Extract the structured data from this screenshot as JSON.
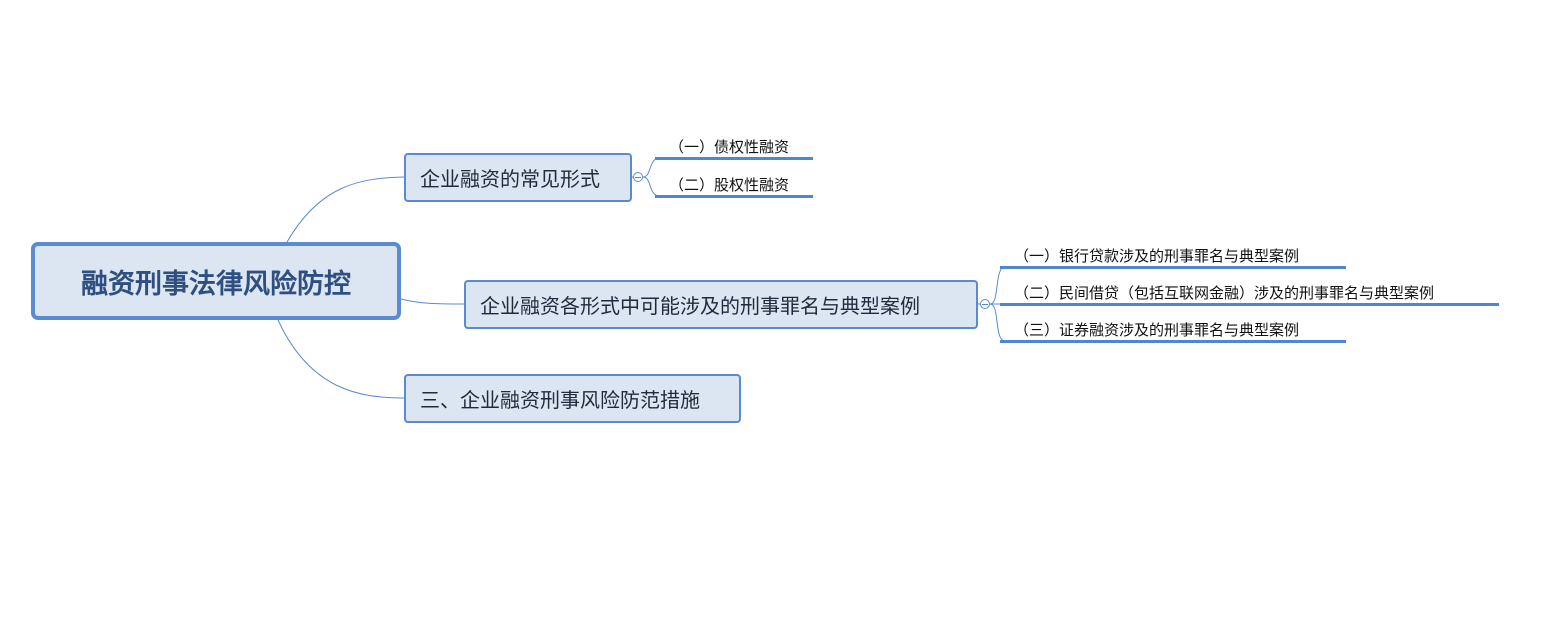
{
  "root": {
    "label": "融资刑事法律风险防控"
  },
  "branches": [
    {
      "label": "企业融资的常见形式",
      "children": [
        "（一）债权性融资",
        "（二）股权性融资"
      ]
    },
    {
      "label": "企业融资各形式中可能涉及的刑事罪名与典型案例",
      "children": [
        "（一）银行贷款涉及的刑事罪名与典型案例",
        "（二）民间借贷（包括互联网金融）涉及的刑事罪名与典型案例",
        "（三）证券融资涉及的刑事罪名与典型案例"
      ]
    },
    {
      "label": "三、企业融资刑事风险防范措施",
      "children": []
    }
  ],
  "colors": {
    "accent": "#5a8ad2",
    "fill": "#dce6f2"
  }
}
